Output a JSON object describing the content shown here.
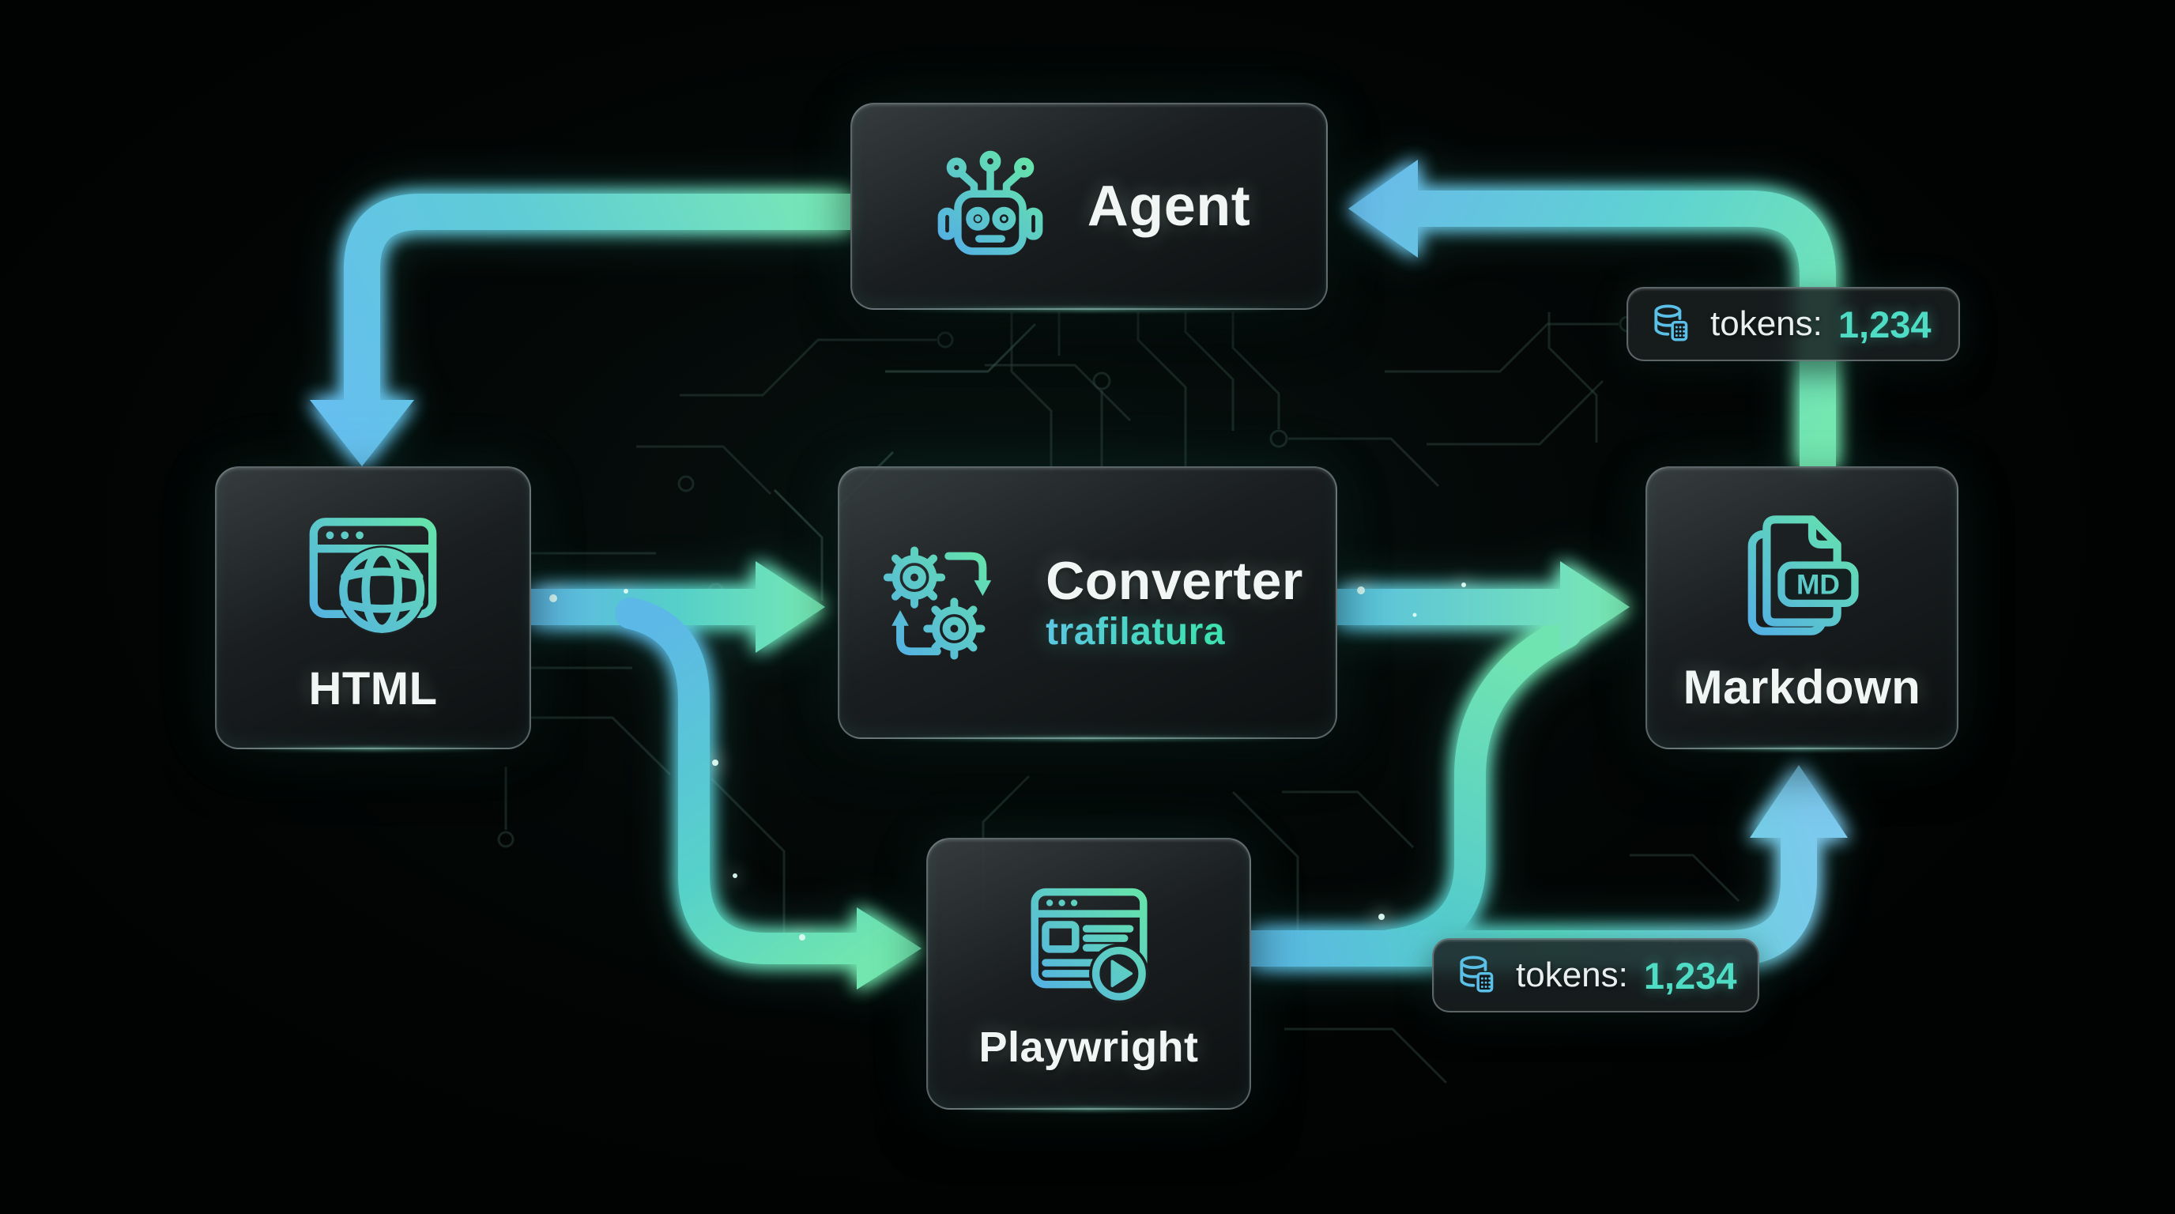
{
  "nodes": {
    "agent": {
      "label": "Agent"
    },
    "html": {
      "label": "HTML"
    },
    "converter": {
      "label": "Converter",
      "sublabel": "trafilatura"
    },
    "markdown": {
      "label": "Markdown",
      "icon_text": "MD"
    },
    "playwright": {
      "label": "Playwright"
    }
  },
  "badges": {
    "markdown_tokens": {
      "label": "tokens:",
      "value": "1,234"
    },
    "playwright_tokens": {
      "label": "tokens:",
      "value": "1,234"
    }
  },
  "edges": [
    {
      "from": "agent",
      "to": "html"
    },
    {
      "from": "html",
      "to": "converter"
    },
    {
      "from": "html",
      "to": "playwright"
    },
    {
      "from": "converter",
      "to": "markdown"
    },
    {
      "from": "playwright",
      "to": "markdown"
    },
    {
      "from": "markdown",
      "to": "agent"
    }
  ],
  "colors": {
    "accent_green": "#79e9b2",
    "accent_blue": "#5fb6e6",
    "accent_teal": "#4fdcc4",
    "text_primary": "#f1f5f4",
    "background": "#010202"
  }
}
